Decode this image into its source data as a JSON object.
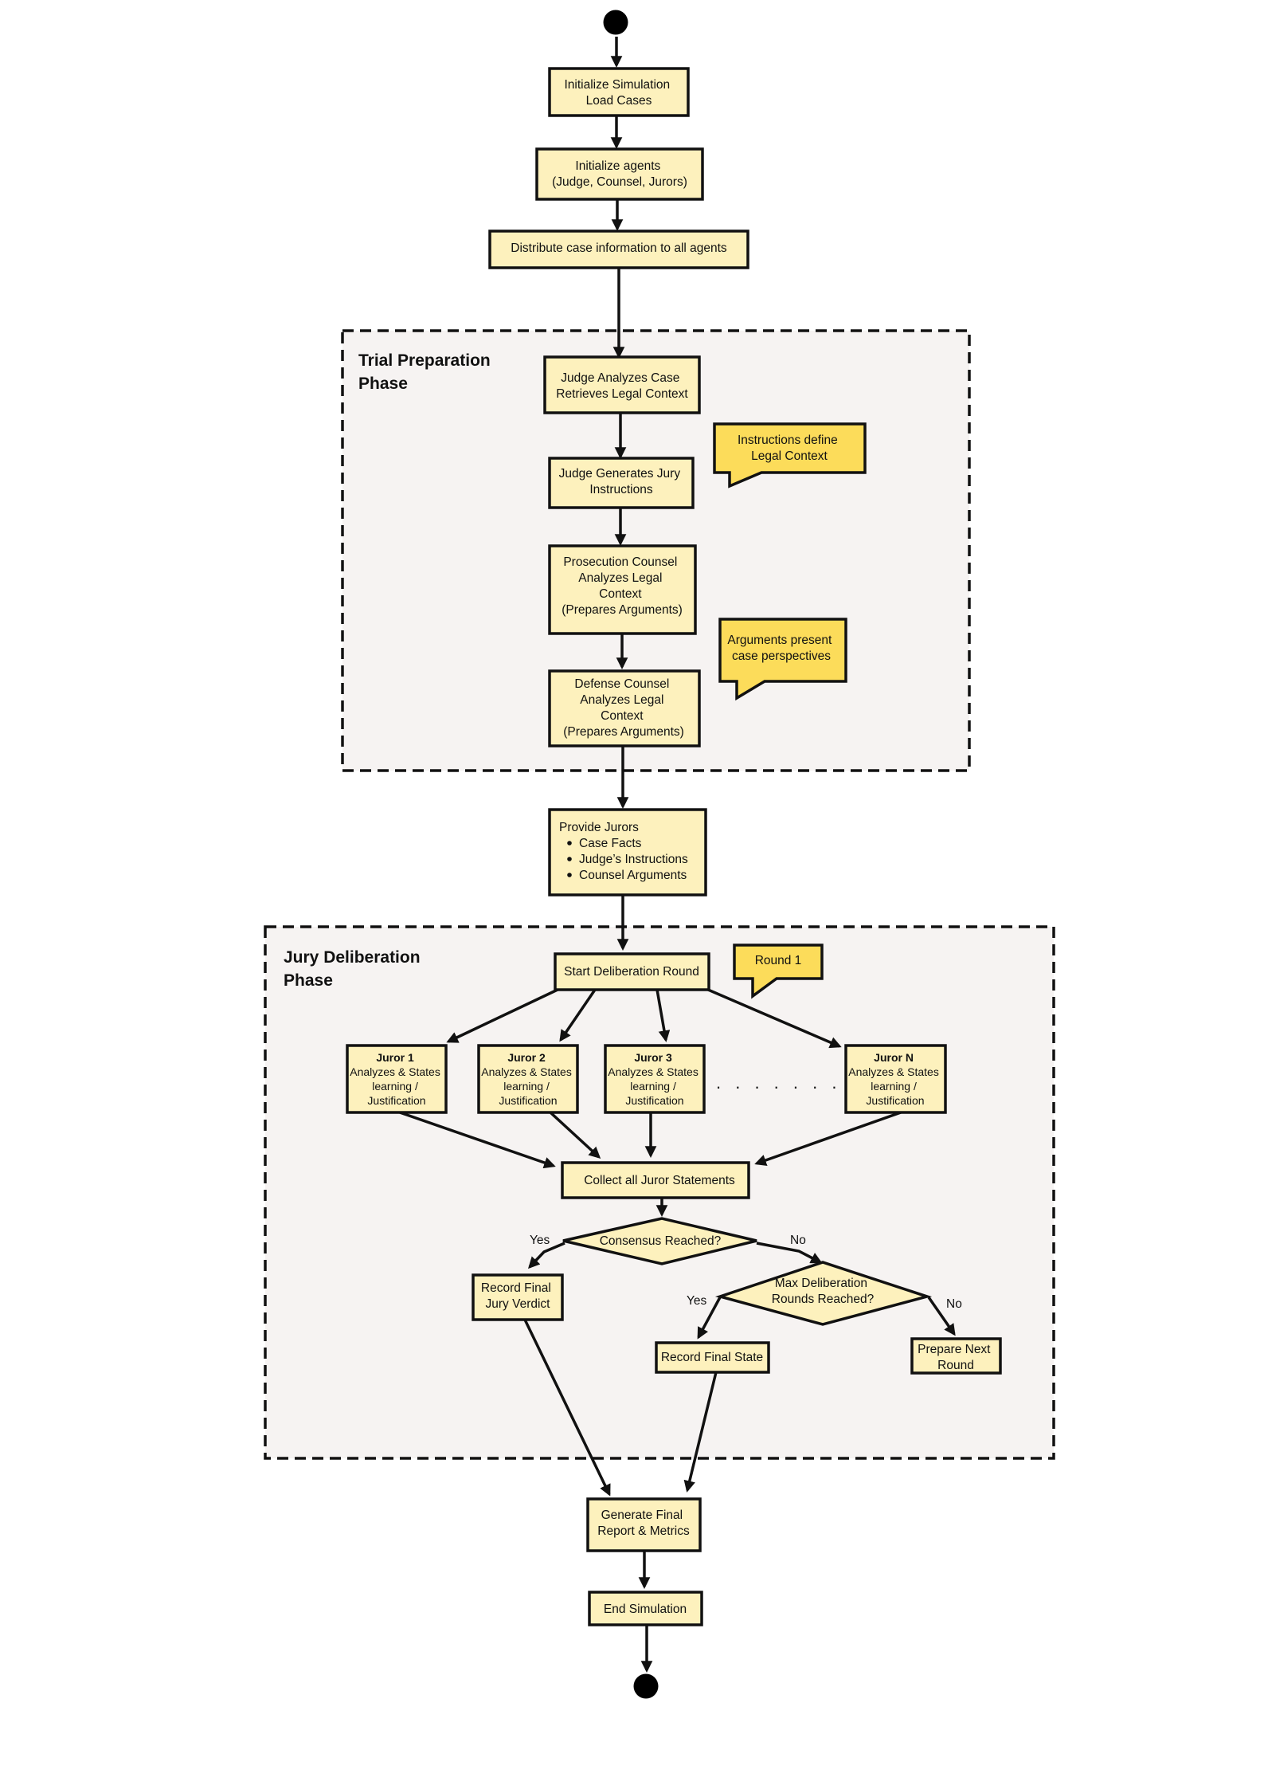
{
  "phases": {
    "trial_preparation": [
      "Trial Preparation",
      "Phase"
    ],
    "jury_deliberation": [
      "Jury Deliberation",
      "Phase"
    ]
  },
  "nodes": {
    "init_sim": [
      "Initialize Simulation",
      "Load Cases"
    ],
    "init_agents": [
      "Initialize agents",
      "(Judge, Counsel, Jurors)"
    ],
    "distribute": [
      "Distribute case information to all agents"
    ],
    "judge_analyzes": [
      "Judge Analyzes Case",
      "Retrieves Legal Context"
    ],
    "judge_generates": [
      "Judge Generates Jury",
      "Instructions"
    ],
    "prosecution": [
      "Prosecution Counsel",
      "Analyzes Legal",
      "Context",
      "(Prepares Arguments)"
    ],
    "defense": [
      "Defense Counsel",
      "Analyzes Legal",
      "Context",
      "(Prepares Arguments)"
    ],
    "provide_jurors_title": "Provide Jurors",
    "provide_jurors_items": [
      "Case Facts",
      "Judge’s Instructions",
      "Counsel Arguments"
    ],
    "start_round": [
      "Start Deliberation Round"
    ],
    "juror1": [
      "Juror 1",
      "Analyzes & States",
      "learning /",
      "Justification"
    ],
    "juror2": [
      "Juror 2",
      "Analyzes & States",
      "learning /",
      "Justification"
    ],
    "juror3": [
      "Juror 3",
      "Analyzes & States",
      "learning /",
      "Justification"
    ],
    "jurorN": [
      "Juror N",
      "Analyzes & States",
      "learning /",
      "Justification"
    ],
    "jurors_ellipsis": ". . . . . . .",
    "collect": [
      "Collect all Juror Statements"
    ],
    "consensus": [
      "Consensus Reached?"
    ],
    "record_verdict": [
      "Record Final",
      "Jury Verdict"
    ],
    "max_rounds": [
      "Max Deliberation",
      "Rounds Reached?"
    ],
    "record_state": [
      "Record Final State"
    ],
    "prepare_next": [
      "Prepare Next",
      "Round"
    ],
    "generate_report": [
      "Generate Final",
      "Report & Metrics"
    ],
    "end_sim": [
      "End Simulation"
    ]
  },
  "notes": {
    "instructions": [
      "Instructions define",
      "Legal Context"
    ],
    "arguments": [
      "Arguments present",
      "case perspectives"
    ],
    "round": [
      "Round 1"
    ]
  },
  "edge_labels": {
    "consensus_yes": "Yes",
    "consensus_no": "No",
    "max_yes": "Yes",
    "max_no": "No"
  },
  "colors": {
    "node_fill": "#fdf1bd",
    "note_fill": "#fcdc5a",
    "phase_fill": "#f6f3f2",
    "stroke": "#111111"
  }
}
